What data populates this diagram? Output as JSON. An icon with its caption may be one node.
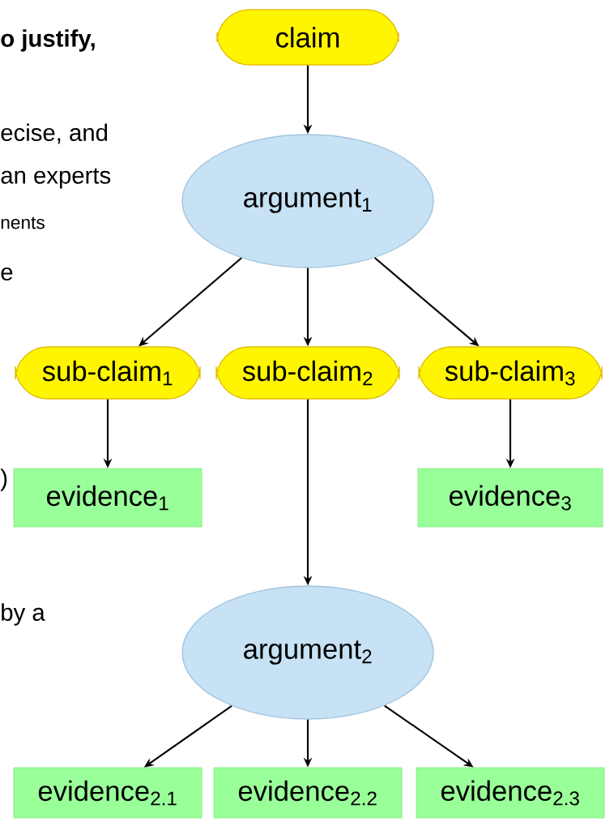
{
  "diagram": {
    "nodes": [
      {
        "text": [
          "claim"
        ]
      },
      {
        "text": [
          "argument$_{1}$"
        ]
      },
      {
        "text": [
          "sub-claim$_{1}$"
        ]
      },
      {
        "text": [
          "sub-claim$_{2}$"
        ]
      },
      {
        "text": [
          "sub-claim$_{3}$"
        ]
      },
      {
        "text": [
          "evidence$_{1}$"
        ]
      },
      {
        "text": [
          "evidence$_{3}$"
        ]
      },
      {
        "text": [
          "argument$_{2}$"
        ]
      },
      {
        "text": [
          "evidence$_{2.1}$"
        ]
      },
      {
        "text": [
          "evidence$_{2.2}$"
        ]
      },
      {
        "text": [
          "evidence$_{2.3}$"
        ]
      }
    ],
    "edges": [
      {
        "from": 0,
        "to": 1,
        "arrow": "to"
      },
      {
        "from": 1,
        "to": 2,
        "arrow": "to"
      },
      {
        "from": 1,
        "to": 3,
        "arrow": "to"
      },
      {
        "from": 1,
        "to": 4,
        "arrow": "to"
      },
      {
        "from": 2,
        "to": 5,
        "arrow": "to"
      },
      {
        "from": 3,
        "to": 7,
        "arrow": "to"
      },
      {
        "from": 4,
        "to": 6,
        "arrow": "to"
      },
      {
        "from": 7,
        "to": 8,
        "arrow": "to"
      },
      {
        "from": 7,
        "to": 9,
        "arrow": "to"
      },
      {
        "from": 7,
        "to": 10,
        "arrow": "to"
      }
    ],
    "labels": [
      "o justify,",
      "ecise, and",
      "an experts",
      "nents",
      "e",
      ")",
      "by a"
    ]
  }
}
